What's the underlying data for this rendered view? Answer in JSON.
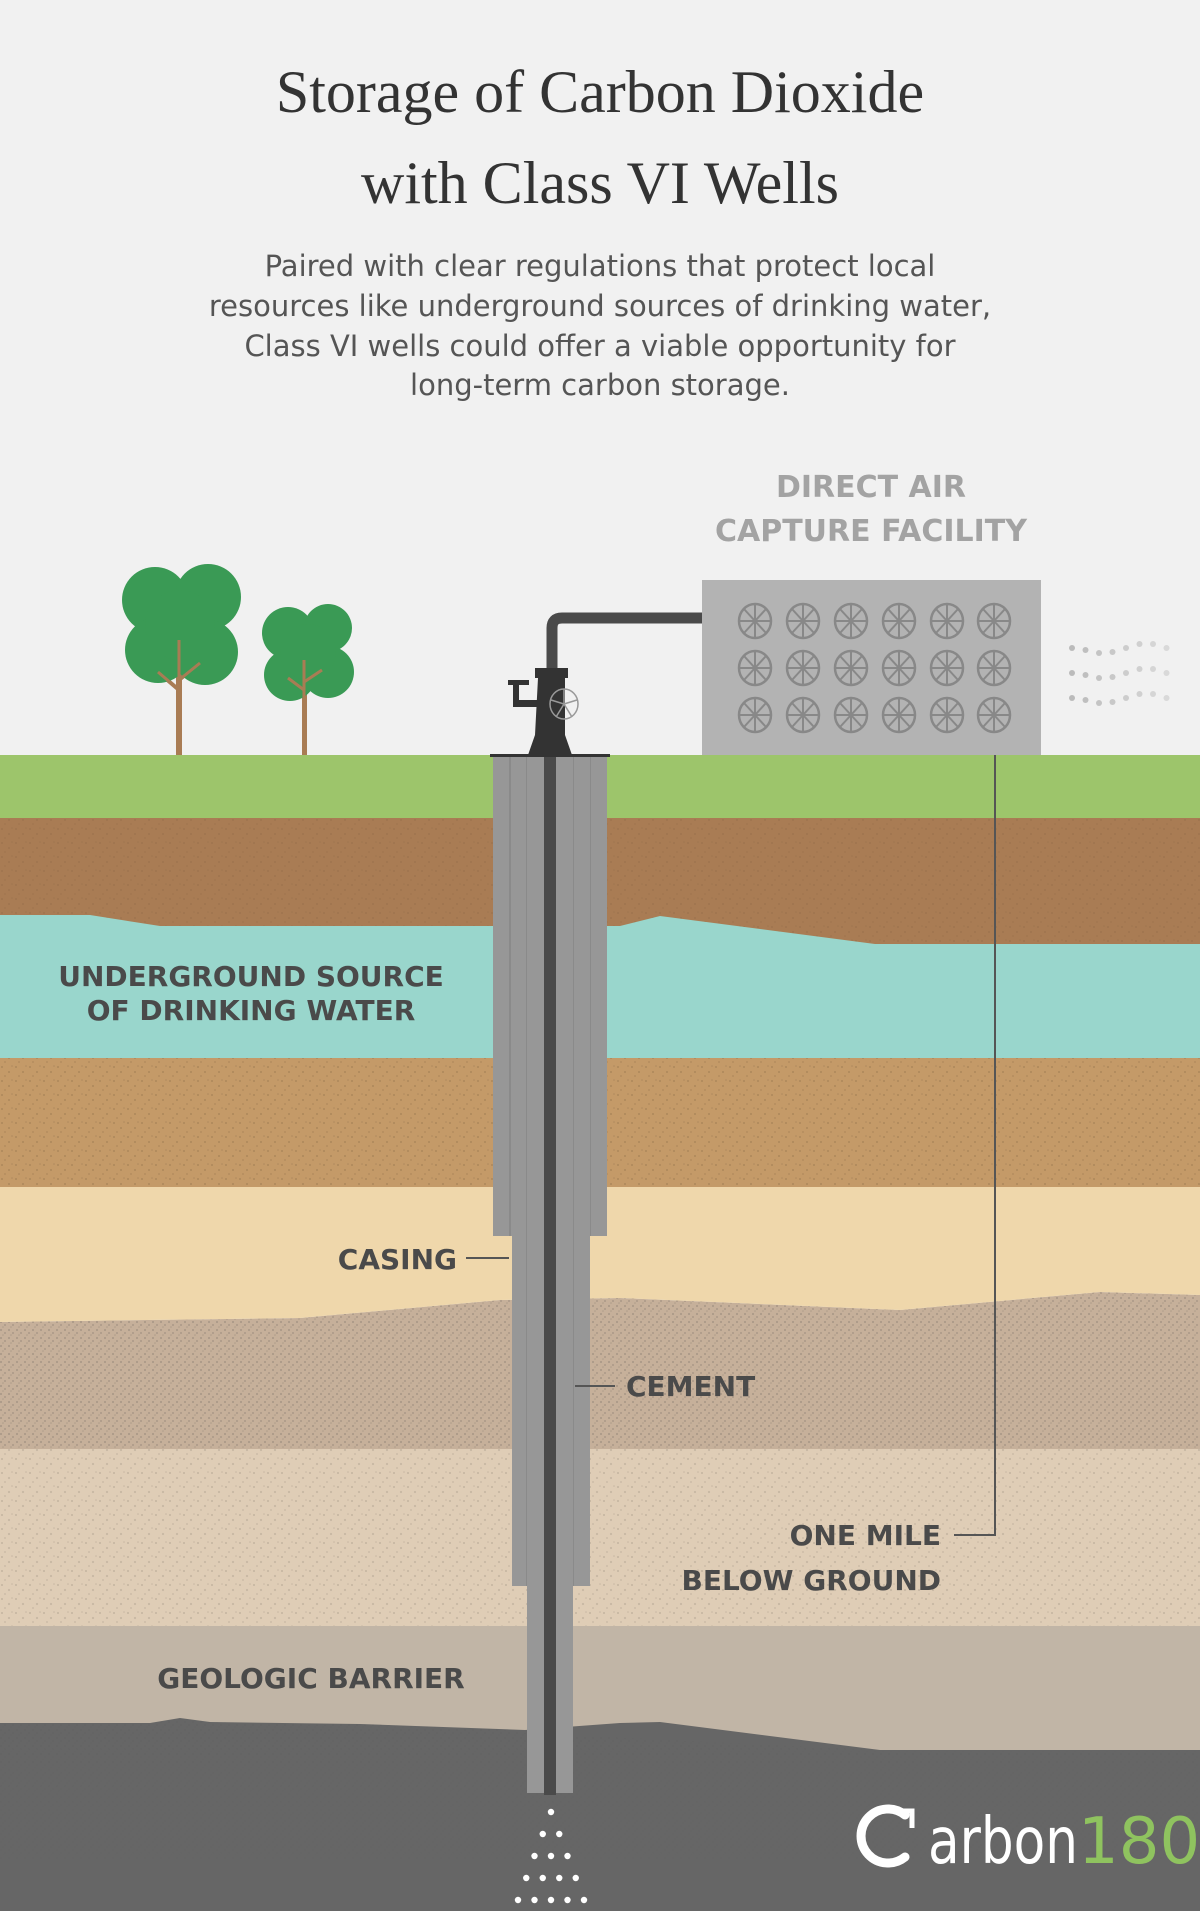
{
  "title": {
    "line1": "Storage of Carbon Dioxide",
    "line2": "with Class VI Wells"
  },
  "subtitle": {
    "line1": "Paired with clear regulations that protect local",
    "line2": "resources like underground sources of drinking water,",
    "line3": "Class VI wells could offer a viable opportunity for",
    "line4": "long-term carbon storage."
  },
  "labels": {
    "dac_line1": "DIRECT AIR",
    "dac_line2": "CAPTURE FACILITY",
    "water_line1": "UNDERGROUND SOURCE",
    "water_line2": "OF DRINKING WATER",
    "casing": "CASING",
    "cement": "CEMENT",
    "depth_line1": "ONE MILE",
    "depth_line2": "BELOW GROUND",
    "barrier": "GEOLOGIC BARRIER"
  },
  "logo": {
    "word": "Carbon",
    "number": "180"
  },
  "colors": {
    "sky": "#f1f1f1",
    "grass": "#9dc56b",
    "topsoil": "#a97c54",
    "water": "#99d6cc",
    "clay": "#c49a68",
    "sand": "#efd7ab",
    "gravel": "#c6b09a",
    "silt": "#dfcdb6",
    "barrier": "#c1b5a6",
    "bedrock": "#666666",
    "logo_accent": "#8fc35f"
  }
}
